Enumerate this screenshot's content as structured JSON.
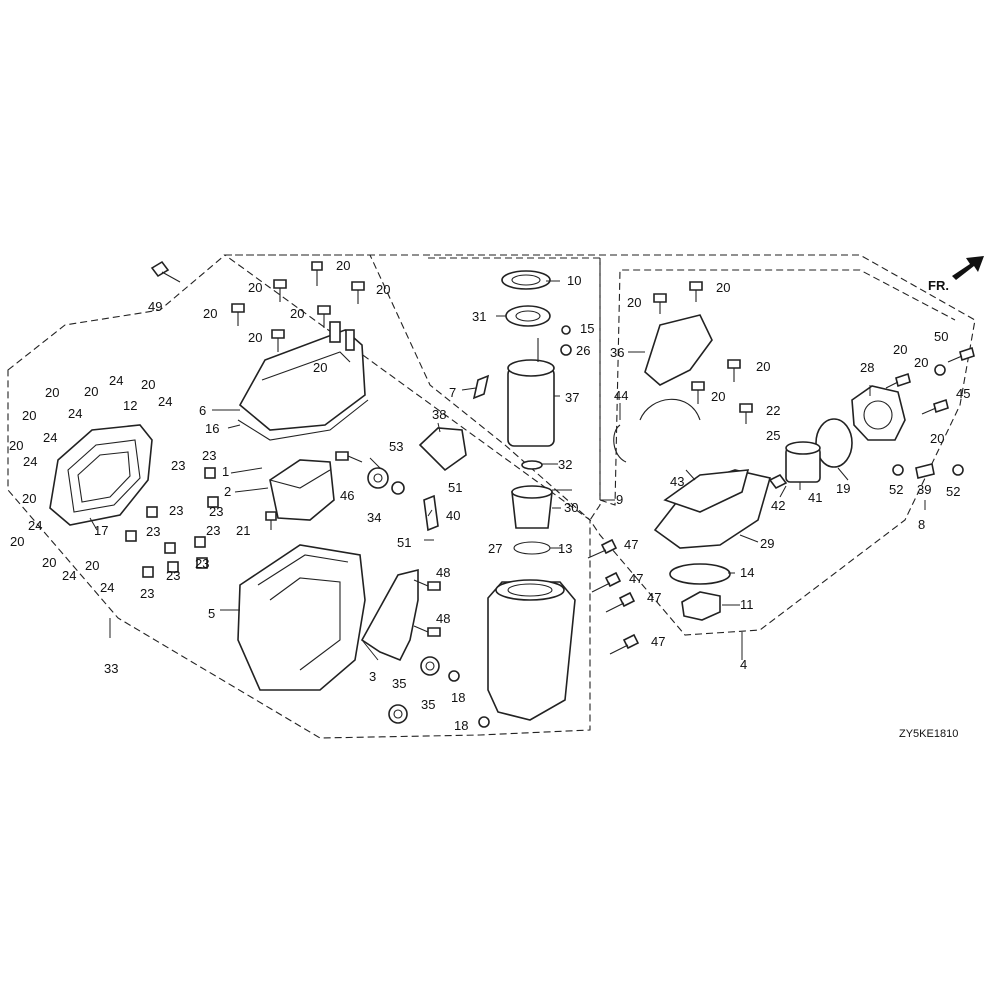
{
  "orientation": {
    "label": "FR."
  },
  "drawing_code": "ZY5KE1810",
  "callouts": [
    "1",
    "2",
    "3",
    "4",
    "5",
    "6",
    "7",
    "8",
    "9",
    "10",
    "11",
    "12",
    "13",
    "14",
    "15",
    "16",
    "17",
    "18",
    "19",
    "20",
    "20",
    "20",
    "20",
    "20",
    "20",
    "20",
    "20",
    "20",
    "20",
    "20",
    "20",
    "20",
    "20",
    "20",
    "20",
    "20",
    "20",
    "20",
    "20",
    "20",
    "20",
    "20",
    "21",
    "22",
    "23",
    "23",
    "23",
    "23",
    "23",
    "23",
    "23",
    "23",
    "23",
    "24",
    "24",
    "24",
    "24",
    "24",
    "24",
    "24",
    "24",
    "25",
    "26",
    "27",
    "28",
    "29",
    "30",
    "31",
    "32",
    "33",
    "34",
    "35",
    "35",
    "36",
    "37",
    "38",
    "39",
    "40",
    "41",
    "42",
    "43",
    "44",
    "45",
    "46",
    "47",
    "47",
    "47",
    "47",
    "48",
    "48",
    "49",
    "50",
    "51",
    "51",
    "52",
    "52",
    "53"
  ]
}
